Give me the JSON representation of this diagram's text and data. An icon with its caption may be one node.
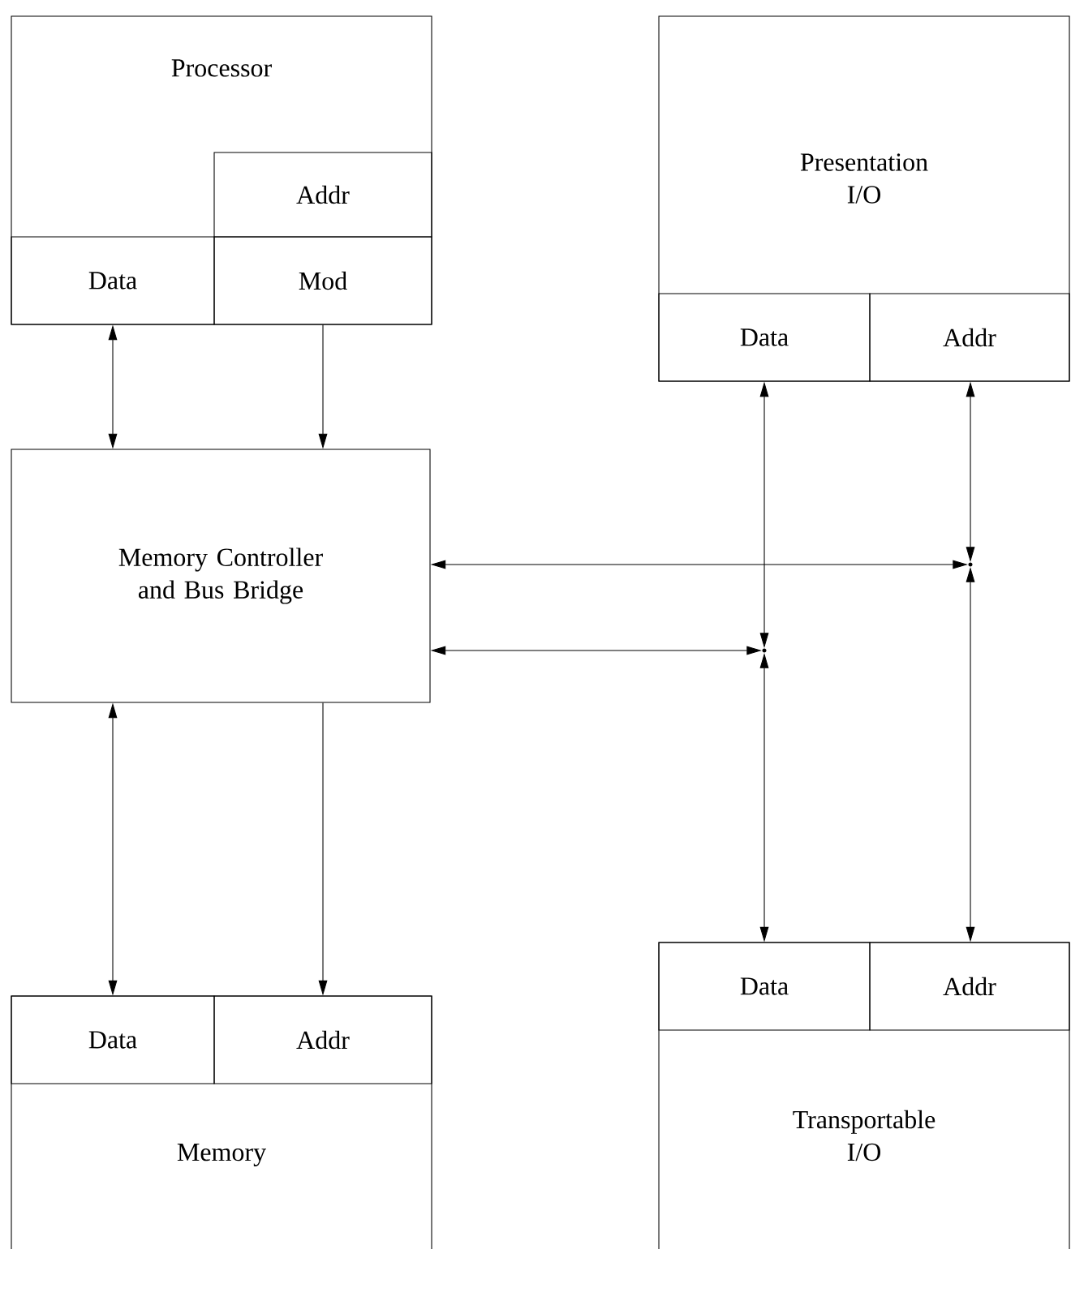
{
  "diagram": {
    "nodes": [
      {
        "text": [
          "Processor"
        ]
      },
      {
        "text": [
          "Addr"
        ],
        "in": 0
      },
      {
        "text": [
          "Data"
        ],
        "in": 0
      },
      {
        "text": [
          "Mod"
        ],
        "in": 0
      },
      {
        "text": [
          "Memory Controller and Bus Bridge"
        ]
      },
      {
        "text": [
          "Presentation I/O"
        ]
      },
      {
        "text": [
          "Data"
        ],
        "in": 5
      },
      {
        "text": [
          "Addr"
        ],
        "in": 5
      },
      {
        "text": [
          "Memory"
        ]
      },
      {
        "text": [
          "Data"
        ],
        "in": 8
      },
      {
        "text": [
          "Addr"
        ],
        "in": 8
      },
      {
        "text": [
          "Transportable I/O"
        ]
      },
      {
        "text": [
          "Data"
        ],
        "in": 11
      },
      {
        "text": [
          "Addr"
        ],
        "in": 11
      },
      {
        "text": [],
        "shape": "dot"
      },
      {
        "text": [],
        "shape": "dot"
      }
    ],
    "edges": [
      {
        "from": 2,
        "to": 4,
        "arrow": "both"
      },
      {
        "from": 3,
        "to": 4,
        "arrow": "to"
      },
      {
        "from": 4,
        "to": 9,
        "arrow": "both"
      },
      {
        "from": 4,
        "to": 10,
        "arrow": "to"
      },
      {
        "from": 4,
        "to": 14,
        "arrow": "both"
      },
      {
        "from": 14,
        "to": 6,
        "arrow": "both"
      },
      {
        "from": 14,
        "to": 12,
        "arrow": "both"
      },
      {
        "from": 4,
        "to": 15,
        "arrow": "both"
      },
      {
        "from": 15,
        "to": 7,
        "arrow": "both"
      },
      {
        "from": 15,
        "to": 13,
        "arrow": "both"
      }
    ]
  }
}
